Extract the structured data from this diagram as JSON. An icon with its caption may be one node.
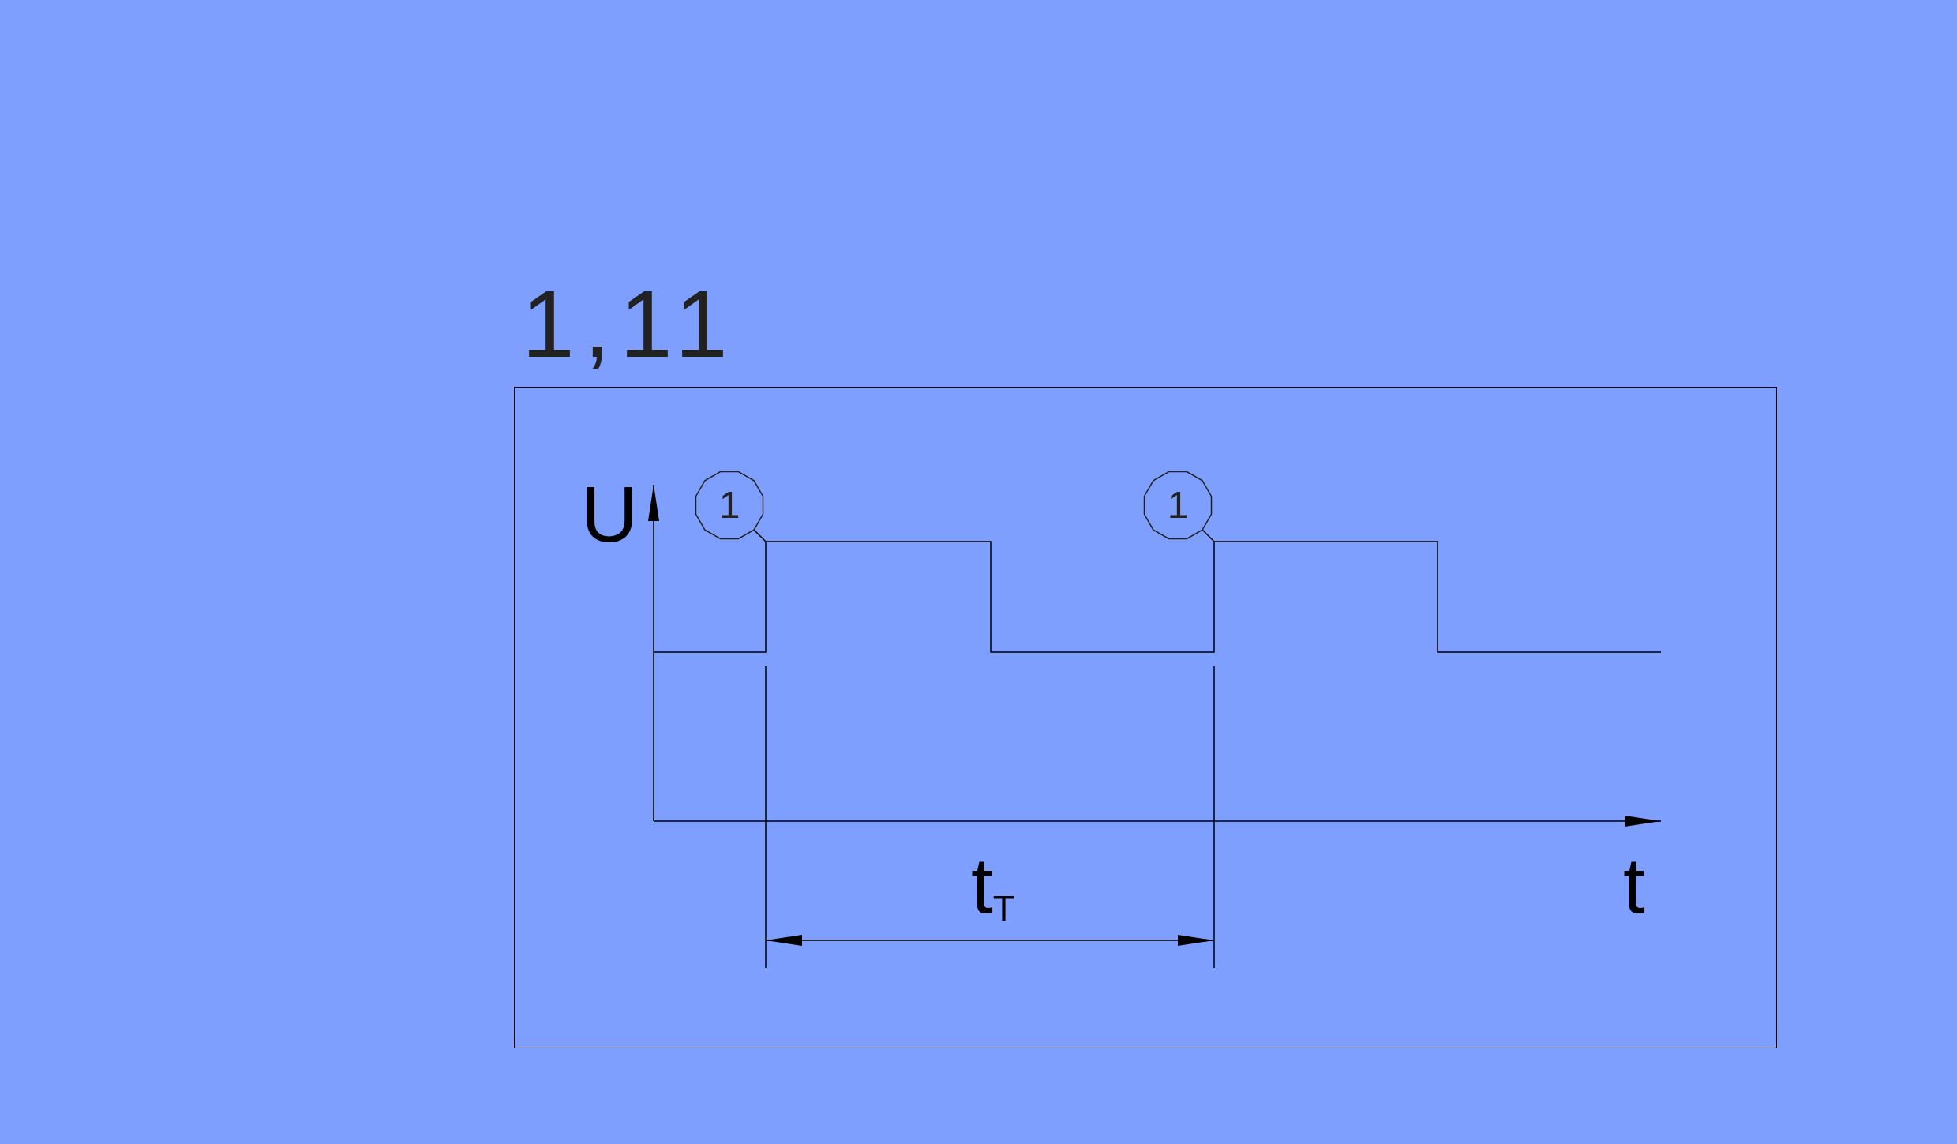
{
  "diagram": {
    "nodes": [
      {
        "text": [
          "1,11"
        ]
      },
      {
        "text": [
          "1"
        ],
        "in": 0
      },
      {
        "text": [
          "1"
        ],
        "in": 0
      }
    ],
    "edges": [
      {
        "from": 1,
        "to": null,
        "arrow": "none"
      },
      {
        "from": 2,
        "to": null,
        "arrow": "none"
      }
    ],
    "labels": [
      "U",
      "t",
      "t$_{T}$"
    ]
  }
}
